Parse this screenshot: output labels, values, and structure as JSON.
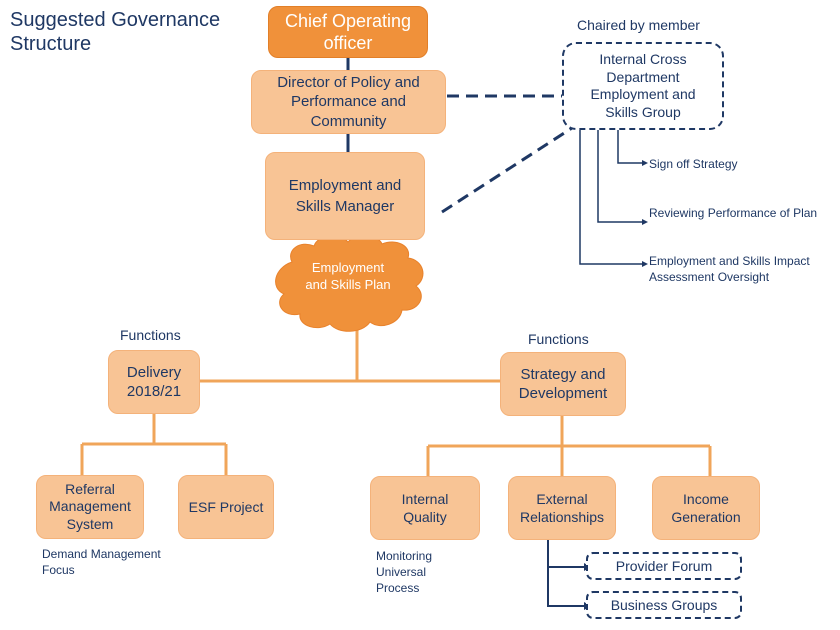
{
  "title": "Suggested Governance Structure",
  "chaired_label": "Chaired by member",
  "nodes": {
    "coo": "Chief Operating officer",
    "director": "Director of Policy and Performance and Community",
    "manager": "Employment and Skills Manager",
    "plan": "Employment and Skills Plan",
    "cross_dept": "Internal Cross Department Employment and Skills Group",
    "delivery": "Delivery 2018/21",
    "strategy": "Strategy and Development",
    "referral": "Referral Management System",
    "esf": "ESF Project",
    "internal_quality": "Internal Quality",
    "external": "External Relationships",
    "income": "Income Generation",
    "provider_forum": "Provider Forum",
    "business_groups": "Business Groups"
  },
  "functions_label": "Functions",
  "group_outputs": [
    "Sign off Strategy",
    "Reviewing Performance of Plan",
    "Employment and Skills Impact Assessment Oversight"
  ],
  "notes": {
    "referral": "Demand Management Focus",
    "internal_quality": "Monitoring Universal Process"
  },
  "colors": {
    "text": "#1f3864",
    "dark_orange": "#f0913a",
    "light_orange": "#f8c495",
    "connector": "#f0a55a",
    "navy": "#1f3864"
  }
}
